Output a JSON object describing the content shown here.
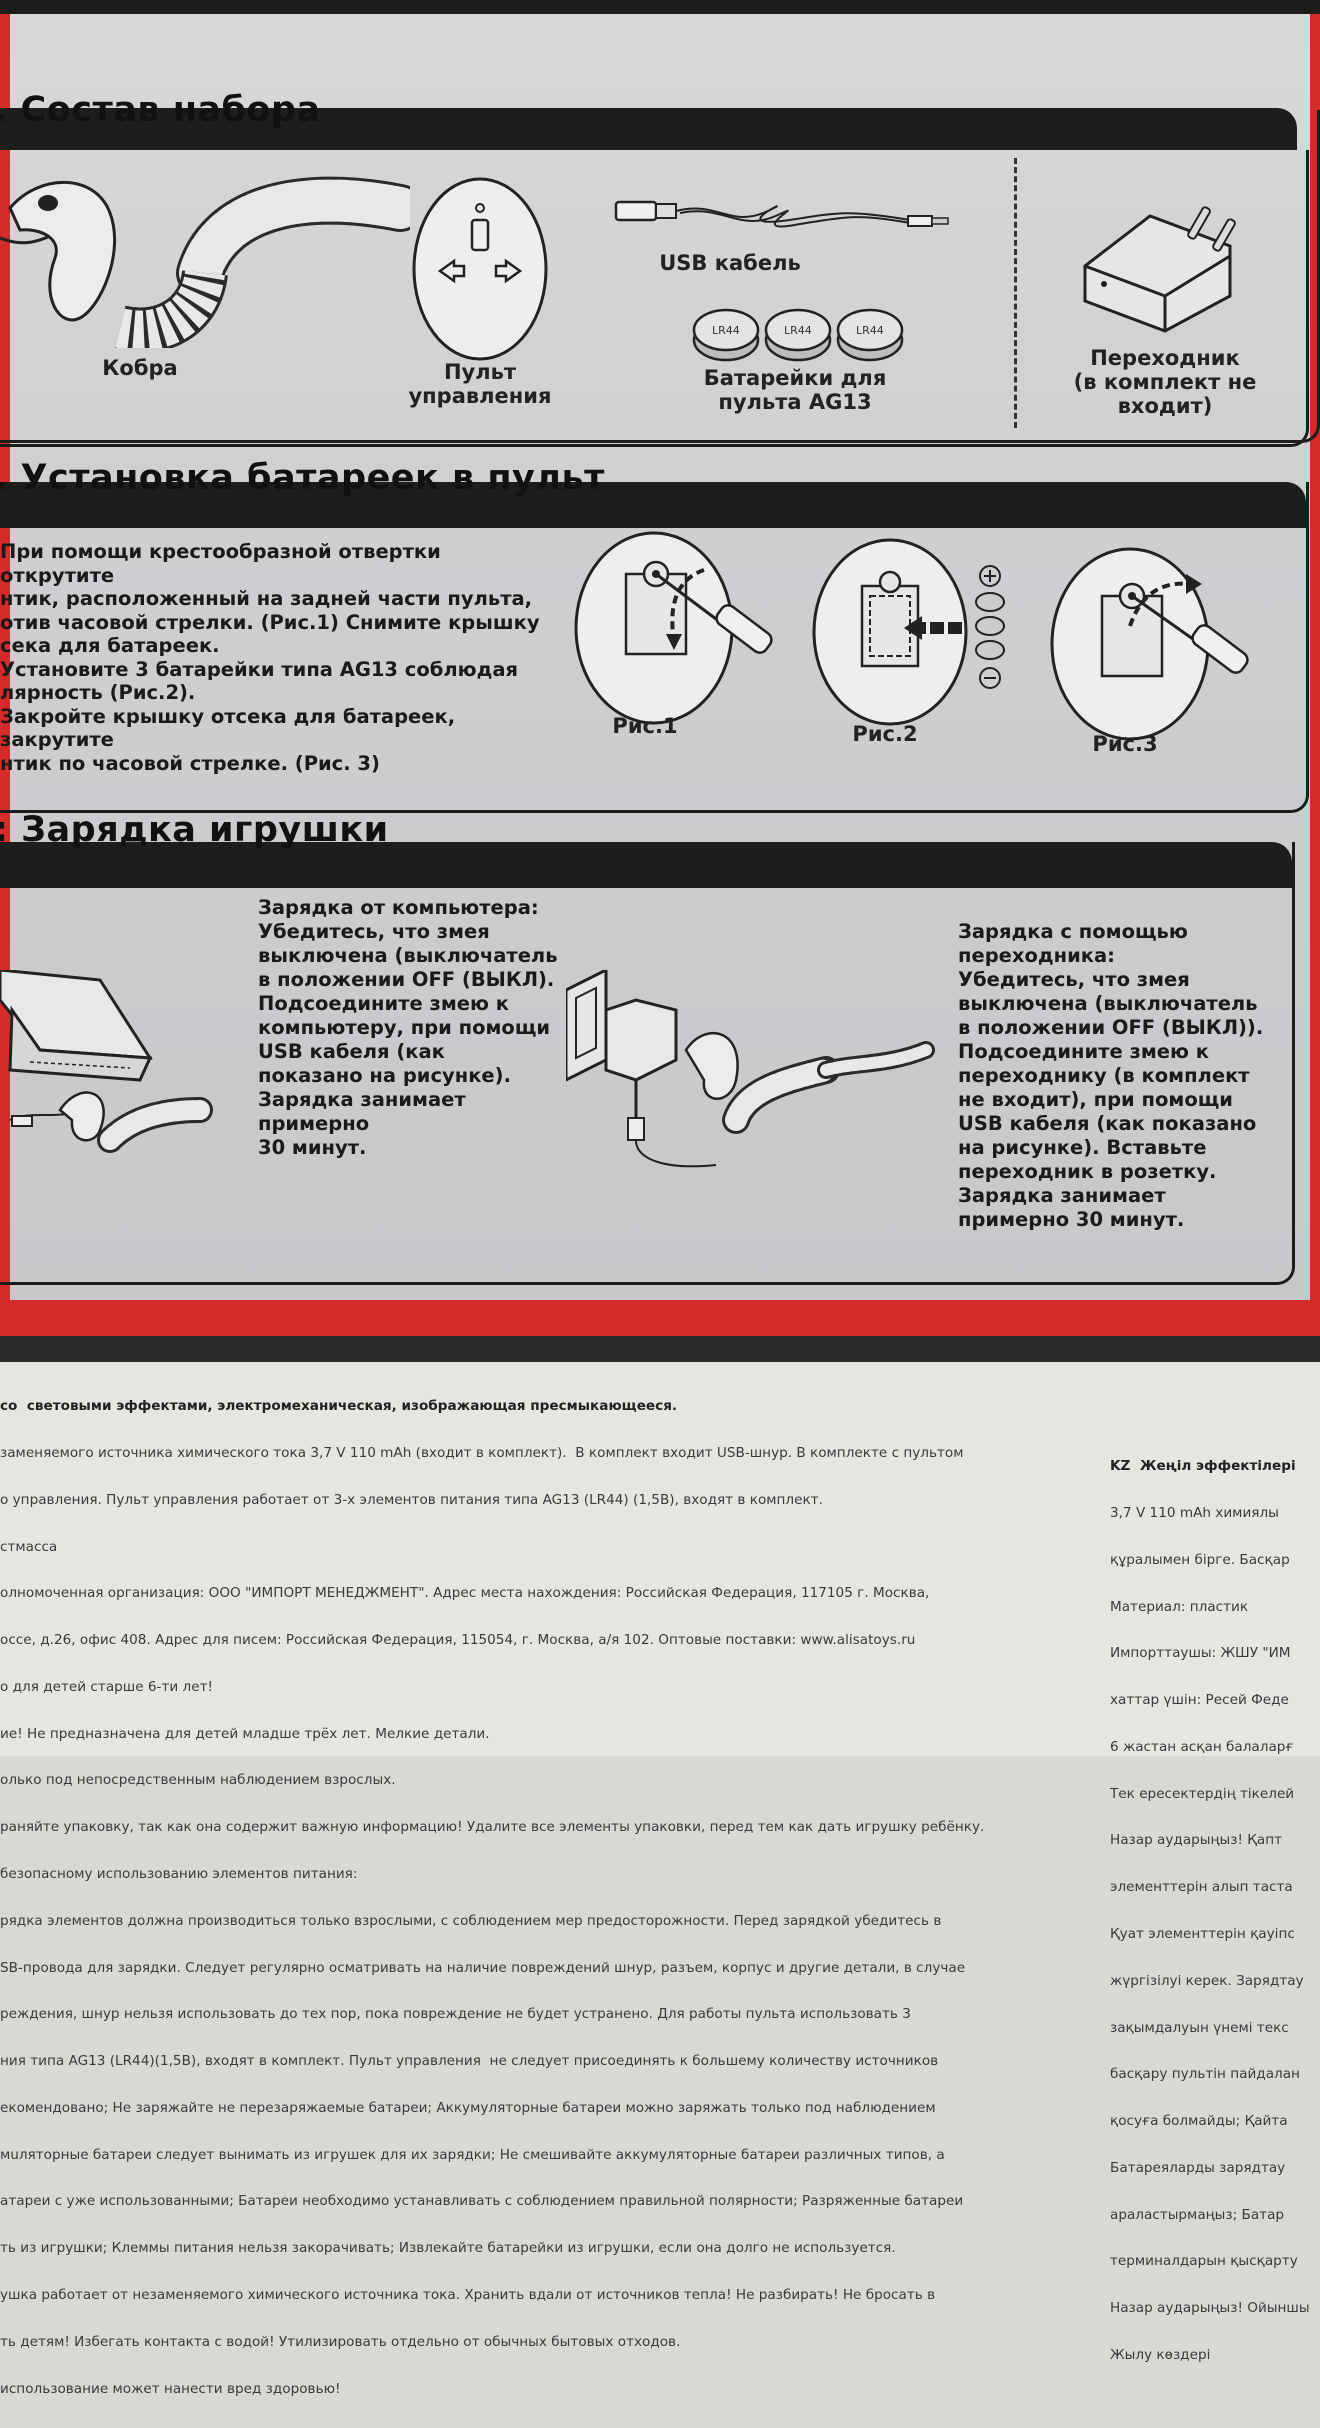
{
  "sections": {
    "set": {
      "title": ". Состав набора",
      "items": {
        "cobra": "Кобра",
        "remote": "Пульт\nуправления",
        "usb": "USB кабель",
        "batteries": "Батарейки для\nпульта AG13",
        "adapter": "Переходник\n(в комплект не входит)",
        "battery_print": "LR44"
      }
    },
    "install": {
      "title": ". Установка батареек в пульт",
      "text": "При помощи крестообразной отвертки открутите\nнтик, расположенный на задней части пульта,\nотив часовой стрелки. (Рис.1) Снимите крышку\nсека для батареек.\nУстановите 3 батарейки типа AG13 соблюдая\nлярность (Рис.2).\nЗакройте крышку отсека для батареек, закрутите\nнтик по часовой стрелке. (Рис. 3)",
      "fig1": "Рис.1",
      "fig2": "Рис.2",
      "fig3": "Рис.3"
    },
    "charge": {
      "title": ": Зарядка игрушки",
      "computer_text": "Зарядка от компьютера:\nУбедитесь, что змея\nвыключена (выключатель\nв положении OFF (ВЫКЛ).\nПодсоедините змею к\nкомпьютеру, при помощи\nUSB кабеля (как\nпоказано на рисунке).\nЗарядка занимает\nпримерно\n30 минут.",
      "adapter_text": "Зарядка с помощью\nпереходника:\nУбедитесь, что змея\nвыключена (выключатель\nв положении OFF (ВЫКЛ)).\nПодсоедините змею к\nпереходнику (в комплект\nне входит), при помощи\nUSB кабеля (как показано\nна рисунке). Вставьте\nпереходник в розетку.\nЗарядка занимает\nпримерно 30 минут."
    }
  },
  "fine_print": {
    "ru_lines": [
      "со  световыми эффектами, электромеханическая, изображающая пресмыкающееся.",
      "заменяемого источника химического тока 3,7 V 110 mAh (входит в комплект).  В комплект входит USB-шнур. В комплекте с пультом",
      "о управления. Пульт управления работает от 3-х элементов питания типа AG13 (LR44) (1,5B), входят в комплект.",
      "стмасса",
      "олномоченная организация: ООО \"ИМПОРТ МЕНЕДЖМЕНТ\". Адрес места нахождения: Российская Федерация, 117105 г. Москва,",
      "оссе, д.26, офис 408. Адрес для писем: Российская Федерация, 115054, г. Москва, а/я 102. Оптовые поставки: www.alisatoys.ru",
      "о для детей старше 6-ти лет!",
      "ие! Не предназначена для детей младше трёх лет. Мелкие детали.",
      "олько под непосредственным наблюдением взрослых.",
      "раняйте упаковку, так как она содержит важную информацию! Удалите все элементы упаковки, перед тем как дать игрушку ребёнку.",
      "безопасному использованию элементов питания:",
      "рядка элементов должна производиться только взрослыми, с соблюдением мер предосторожности. Перед зарядкой убедитесь в",
      "SB-провода для зарядки. Следует регулярно осматривать на наличие повреждений шнур, разъем, корпус и другие детали, в случае",
      "реждения, шнур нельзя использовать до тех пор, пока повреждение не будет устранено. Для работы пульта использовать 3",
      "ния типа AG13 (LR44)(1,5B), входят в комплект. Пульт управления  не следует присоединять к большему количеству источников",
      "екомендовано; Не заряжайте не перезаряжаемые батареи; Аккумуляторные батареи можно заряжать только под наблюдением",
      "мuляторные батареи следует вынимать из игрушек для их зарядки; Не смешивайте аккумуляторные батареи различных типов, а",
      "атареи с уже использованными; Батареи необходимо устанавливать с соблюдением правильной полярности; Разряженные батареи",
      "ть из игрушки; Клеммы питания нельзя закорачивать; Извлекайте батарейки из игрушки, если она долго не используется.",
      "ушка работает от незаменяемого химического источника тока. Хранить вдали от источников тепла! Не разбирать! Не бросать в",
      "ть детям! Избегать контакта с водой! Утилизировать отдельно от обычных бытовых отходов.",
      "использование может нанести вред здоровью!"
    ],
    "kz_lines": [
      "KZ  Жеңіл эффектілері",
      "3,7 V 110 mAh химиялы",
      "құралымен бірге. Басқар",
      "Материал: пластик",
      "Импорттаушы: ЖШУ \"ИМ",
      "хаттар үшін: Ресей Феде",
      "6 жастан асқан балаларғ",
      "Тек ересектердің тікелей",
      "Назар аударыңыз! Қапт",
      "элементтерін алып таста",
      "Қуат элементтерін қауіпс",
      "жүргізілуі керек. Зарядтау",
      "зақымдалуын үнемі текс",
      "басқару пультін пайдалан",
      "қосуға болмайды; Қайта",
      "Батареяларды зарядтау",
      "араластырмаңыз; Батар",
      "терминалдарын қысқарту",
      "Назар аударыңыз! Ойыншы",
      "Жылу көздері"
    ]
  }
}
